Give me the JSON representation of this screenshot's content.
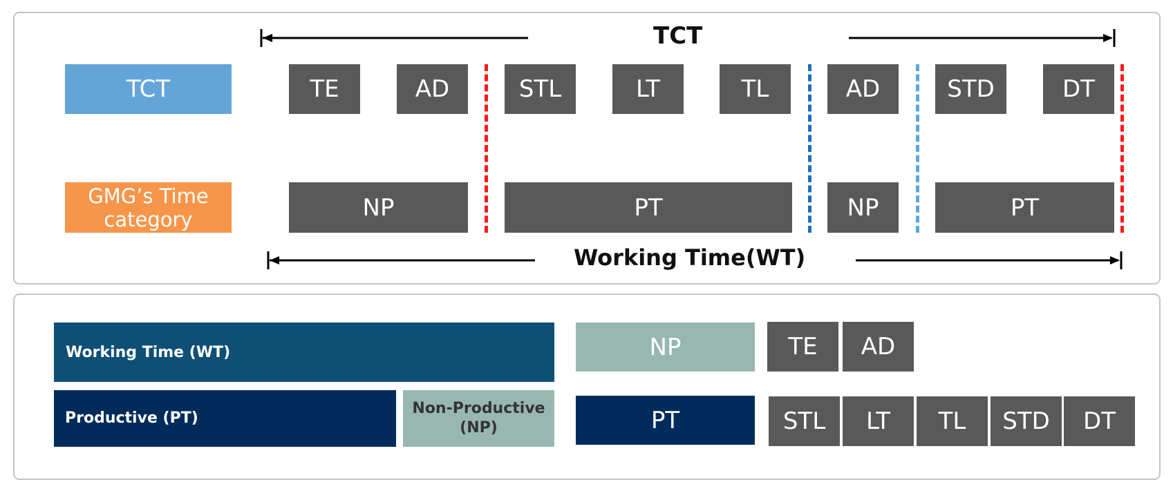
{
  "top": {
    "tct_arrow_label": "TCT",
    "wt_arrow_label": "Working Time(WT)",
    "row_labels": {
      "tct": "TCT",
      "gmg_line1": "GMG’s Time",
      "gmg_line2": "category"
    },
    "tct_boxes": [
      "TE",
      "AD",
      "STL",
      "LT",
      "TL",
      "AD",
      "STD",
      "DT"
    ],
    "category_boxes": [
      "NP",
      "PT",
      "NP",
      "PT"
    ]
  },
  "bottom": {
    "wt_label": "Working Time (WT)",
    "pt_label": "Productive (PT)",
    "np_label_line1": "Non-Productive",
    "np_label_line2": "(NP)",
    "np_key": "NP",
    "pt_key": "PT",
    "np_items": [
      "TE",
      "AD"
    ],
    "pt_items": [
      "STL",
      "LT",
      "TL",
      "STD",
      "DT"
    ]
  },
  "colors": {
    "box_gray": "#595959",
    "tct_label": "#64a5d7",
    "gmg_label": "#f7964a",
    "wt_bar": "#0f4f76",
    "pt_bar": "#002b5b",
    "np_bar": "#98b7b1",
    "divider_red": "#ff1a1a",
    "divider_blue": "#1a6fc2",
    "divider_light_blue": "#5aa8de"
  }
}
